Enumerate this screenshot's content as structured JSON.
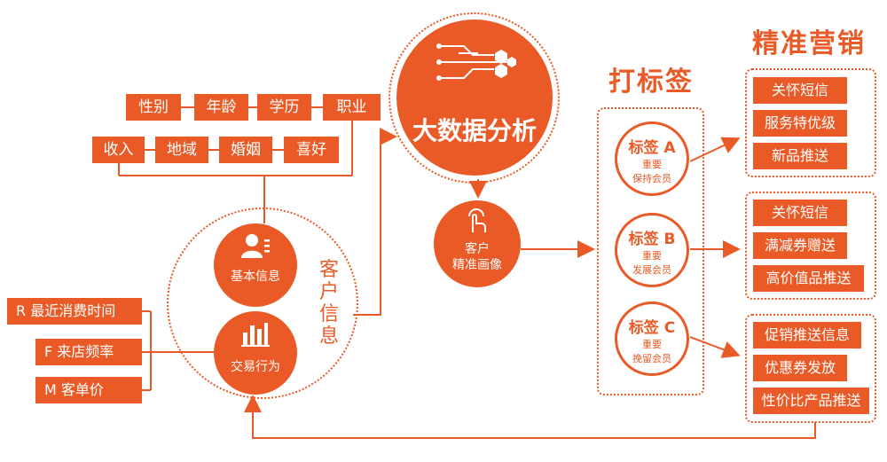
{
  "basic_tags_row1": [
    "性别",
    "年龄",
    "学历",
    "职业"
  ],
  "basic_tags_row2": [
    "收入",
    "地域",
    "婚姻",
    "喜好"
  ],
  "rfm_items": [
    "R 最近消费时间",
    "F 来店频率",
    "M 客单价"
  ],
  "customer_info": {
    "title_vertical": [
      "客",
      "户",
      "信",
      "息"
    ],
    "basic_info_label": "基本信息",
    "transaction_label": "交易行为"
  },
  "big_data": {
    "label": "大数据分析"
  },
  "portrait": {
    "line1": "客户",
    "line2": "精准画像"
  },
  "tagging": {
    "heading": "打标签",
    "labels": [
      {
        "title": "标签 A",
        "line1": "重要",
        "line2": "保持会员"
      },
      {
        "title": "标签 B",
        "line1": "重要",
        "line2": "发展会员"
      },
      {
        "title": "标签 C",
        "line1": "重要",
        "line2": "挽留会员"
      }
    ]
  },
  "marketing": {
    "heading": "精准营销",
    "groups": [
      [
        "关怀短信",
        "服务特优级",
        "新品推送"
      ],
      [
        "关怀短信",
        "满减券赠送",
        "高价值品推送"
      ],
      [
        "促销推送信息",
        "优惠券发放",
        "性价比产品推送"
      ]
    ]
  },
  "colors": {
    "accent": "#ea5a26"
  },
  "icons": [
    "user-card-icon",
    "bar-chart-icon",
    "circuit-icon",
    "touch-hand-icon"
  ]
}
